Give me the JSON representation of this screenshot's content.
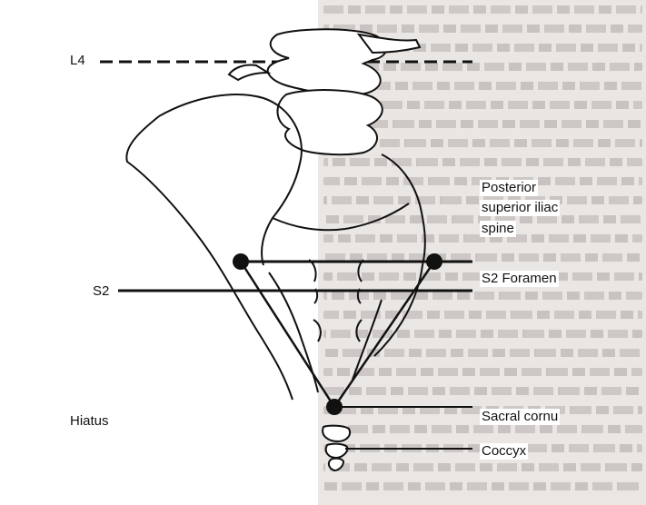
{
  "labels": {
    "l4": "L4",
    "posterior": "Posterior",
    "superior_iliac": "superior iliac",
    "spine": "spine",
    "s2_foramen": "S2 Foramen",
    "s2": "S2",
    "hiatus": "Hiatus",
    "sacral_cornu": "Sacral cornu",
    "coccyx": "Coccyx"
  },
  "colors": {
    "ink": "#111111",
    "background_text": "#e9e6e3"
  }
}
